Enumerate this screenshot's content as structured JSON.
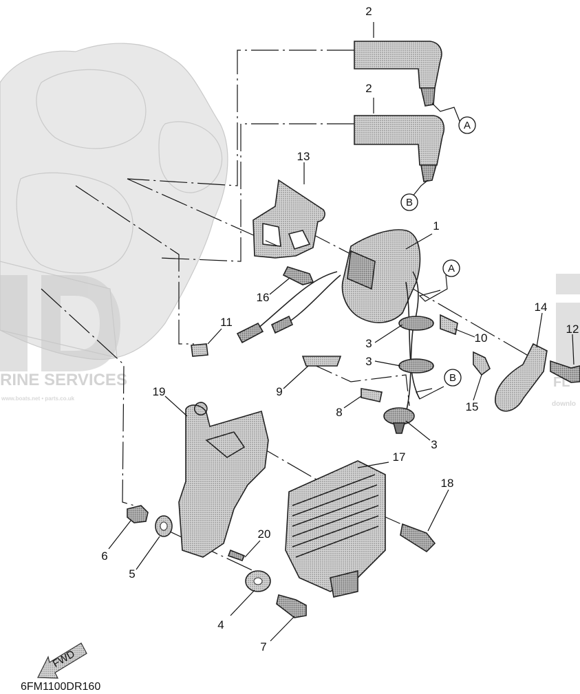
{
  "diagram": {
    "code": "6FM1100DR160",
    "fwd_label": "FWD",
    "watermark": {
      "text_main": "RINE SERVICES",
      "text_sub": "www.boats.net • parts.co.uk",
      "text_right": "FL",
      "text_right_sub": "downlo"
    },
    "callouts": [
      {
        "id": "c1",
        "text": "1"
      },
      {
        "id": "c2a",
        "text": "2"
      },
      {
        "id": "c2b",
        "text": "2"
      },
      {
        "id": "c3a",
        "text": "3"
      },
      {
        "id": "c3b",
        "text": "3"
      },
      {
        "id": "c3c",
        "text": "3"
      },
      {
        "id": "c4",
        "text": "4"
      },
      {
        "id": "c5",
        "text": "5"
      },
      {
        "id": "c6",
        "text": "6"
      },
      {
        "id": "c7",
        "text": "7"
      },
      {
        "id": "c8",
        "text": "8"
      },
      {
        "id": "c9",
        "text": "9"
      },
      {
        "id": "c10",
        "text": "10"
      },
      {
        "id": "c11",
        "text": "11"
      },
      {
        "id": "c12",
        "text": "12"
      },
      {
        "id": "c13",
        "text": "13"
      },
      {
        "id": "c14",
        "text": "14"
      },
      {
        "id": "c15",
        "text": "15"
      },
      {
        "id": "c16",
        "text": "16"
      },
      {
        "id": "c17",
        "text": "17"
      },
      {
        "id": "c18",
        "text": "18"
      },
      {
        "id": "c19",
        "text": "19"
      },
      {
        "id": "c20",
        "text": "20"
      }
    ],
    "connectors": [
      {
        "id": "ca1",
        "text": "A"
      },
      {
        "id": "cb1",
        "text": "B"
      },
      {
        "id": "ca2",
        "text": "A"
      },
      {
        "id": "cb2",
        "text": "B"
      }
    ]
  }
}
